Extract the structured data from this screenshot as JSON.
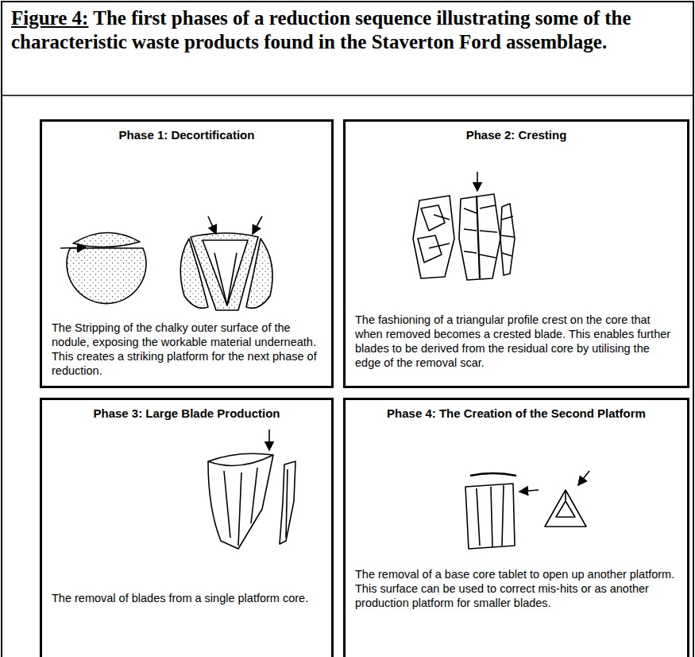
{
  "diagram": {
    "title": "Figure 4:",
    "caption": "The first phases of a reduction sequence illustrating some of the characteristic waste products found in the Staverton Ford assemblage.",
    "nodes": [
      {
        "text": [
          "Phase 1: Decortification",
          "The Stripping of the chalky outer surface of the nodule, exposing the workable material underneath. This creates a striking platform for the next phase of reduction."
        ]
      },
      {
        "text": [
          "Phase 2: Cresting",
          "The fashioning of a triangular profile crest on the core that when removed becomes a crested blade. This enables further blades to be derived from the residual core by utilising the edge of the removal scar."
        ]
      },
      {
        "text": [
          "Phase 3: Large Blade Production",
          "The removal of blades from a single platform core."
        ]
      },
      {
        "text": [
          "Phase 4: The Creation of the Second Platform",
          "The removal of a base core tablet to open up another platform. This surface can be used to correct mis-hits or as another production platform for smaller blades."
        ]
      }
    ]
  }
}
